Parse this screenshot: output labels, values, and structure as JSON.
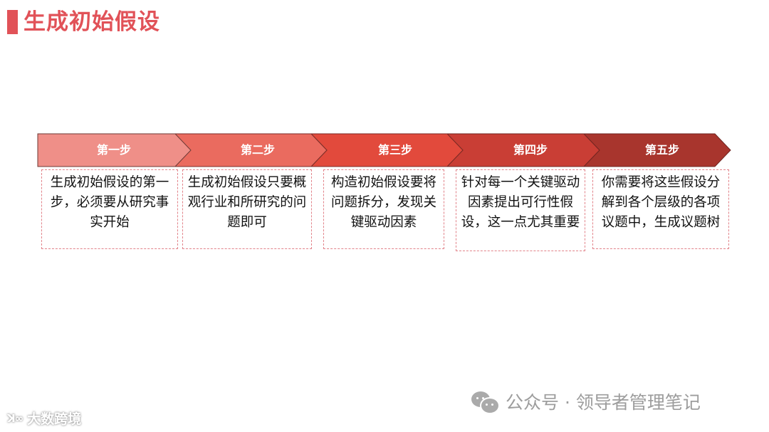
{
  "title": "生成初始假设",
  "colors": {
    "title": "#e15258",
    "step1": "#ef8f88",
    "step2": "#ea6b5f",
    "step3": "#e24a3c",
    "step4": "#c93e35",
    "step5": "#a8352d",
    "box_border": "#e2838a"
  },
  "steps": [
    {
      "label": "第一步",
      "text": "生成初始假设的第一步，必须要从研究事实开始"
    },
    {
      "label": "第二步",
      "text": "生成初始假设只要概观行业和所研究的问题即可"
    },
    {
      "label": "第三步",
      "text": "构造初始假设要将问题拆分，发现关键驱动因素"
    },
    {
      "label": "第四步",
      "text": "针对每一个关键驱动因素提出可行性假设，这一点尤其重要"
    },
    {
      "label": "第五步",
      "text": "你需要将这些假设分解到各个层级的各项议题中，生成议题树"
    }
  ],
  "watermarks": {
    "left_logo": "ꓘ∞",
    "left_text": "大数跨境",
    "right_text": "公众号 · 领导者管理笔记",
    "right_icon": "wechat-icon"
  }
}
